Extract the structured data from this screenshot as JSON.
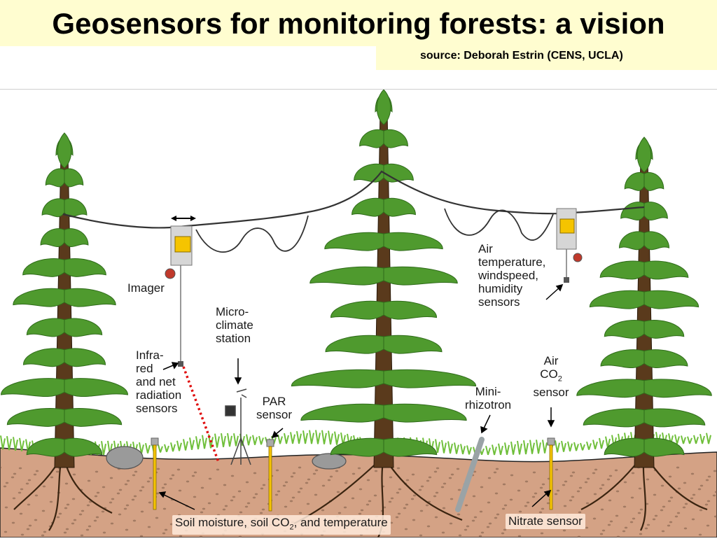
{
  "slide": {
    "title": "Geosensors for monitoring forests: a vision",
    "source": "source: Deborah Estrin (CENS, UCLA)"
  },
  "diagram": {
    "labels": {
      "imager": "Imager",
      "infrared": [
        "Infra-",
        "red",
        "and net",
        "radiation",
        "sensors"
      ],
      "microclimate": [
        "Micro-",
        "climate",
        "station"
      ],
      "par": [
        "PAR",
        "sensor"
      ],
      "air_temp": [
        "Air",
        "temperature,",
        "windspeed,",
        "humidity",
        "sensors"
      ],
      "minirhizotron": [
        "Mini-",
        "rhizotron"
      ],
      "air_co2_line1": "Air",
      "air_co2_line2_main": "CO",
      "air_co2_line2_sub": "2",
      "air_co2_line3": "sensor",
      "soil_main": "Soil moisture, soil CO",
      "soil_sub": "2",
      "soil_rest": ", and temperature",
      "nitrate": "Nitrate sensor"
    },
    "colors": {
      "foliage": "#4f9a2e",
      "foliage_dark": "#2f6b1a",
      "trunk": "#5a3a1c",
      "soil": "#d4a285",
      "cable": "#333333",
      "sensor_yellow": "#f5c400",
      "infrared_beam": "#e01010"
    }
  }
}
